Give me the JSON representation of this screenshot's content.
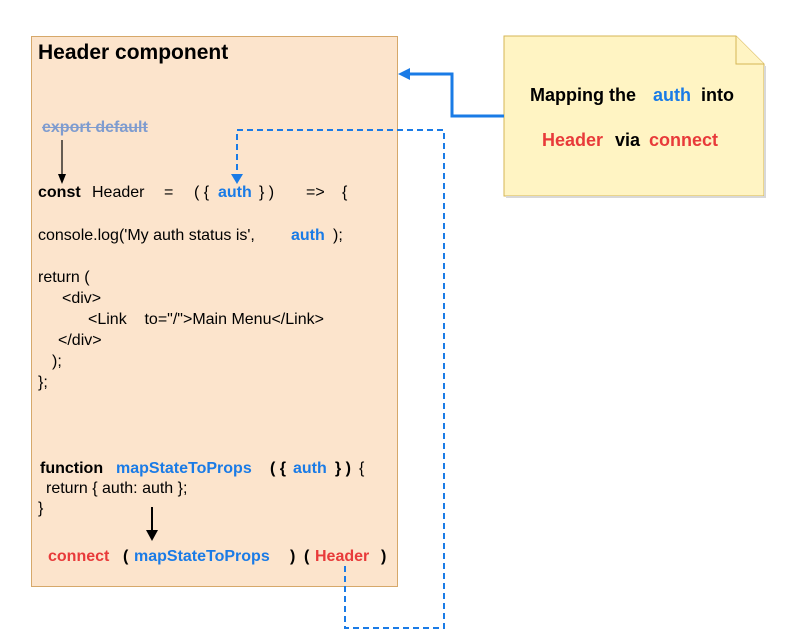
{
  "component": {
    "title": "Header component",
    "export_default": "export default",
    "const_kw": "const",
    "header_name": "Header",
    "equals": "=",
    "paren_open": "( {",
    "auth_param": "auth",
    "paren_close": "} )",
    "arrow": "=>",
    "brace_open": "{",
    "console_log": "console.log('My auth status is',",
    "console_auth": "auth",
    "console_end": ");",
    "return_open": "return (",
    "div_open": "<div>",
    "link_line": "<Link    to=\"/\">Main Menu</Link>",
    "div_close": "</div>",
    "paren_semicolon": ");",
    "brace_close": "};",
    "function_kw": "function",
    "map_fn_name": "mapStateToProps",
    "map_fn_param_open": "( {",
    "map_fn_auth": "auth",
    "map_fn_param_close": "} )",
    "map_fn_brace": "{",
    "return_obj": "return { auth: auth };",
    "fn_close": "}",
    "connect_kw": "connect",
    "connect_paren_open": "(",
    "connect_map": "mapStateToProps",
    "connect_paren_close": ")",
    "connect_paren2_open": "(",
    "connect_header": "Header",
    "connect_paren2_close": ")"
  },
  "note": {
    "line1_prefix": "Mapping the",
    "line1_auth": "auth",
    "line1_suffix": "into",
    "line2_header": "Header",
    "line2_via": "via",
    "line2_connect": "connect"
  },
  "colors": {
    "box_fill": "#FCE4CC",
    "box_border": "#D6A86A",
    "note_fill": "#FFF4C3",
    "note_border": "#D6B656",
    "blue": "#1A7BE6",
    "red": "#E83A3A"
  }
}
